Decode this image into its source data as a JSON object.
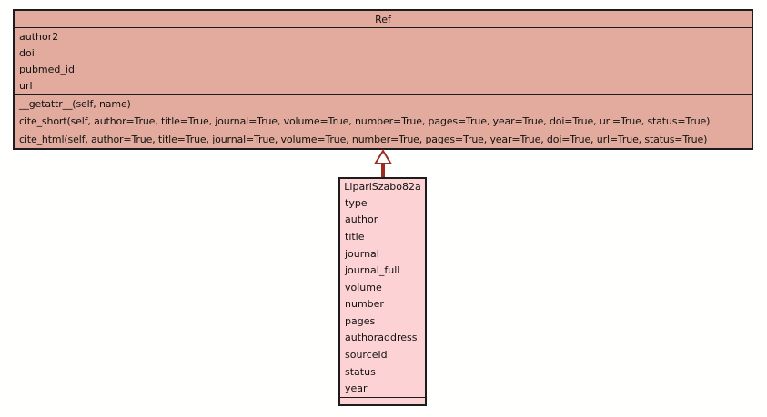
{
  "diagram": {
    "type": "uml-class-diagram",
    "colors": {
      "ref_fill": "#e2ab9d",
      "lipari_fill": "#fcd2d5",
      "border": "#1c1c1c",
      "arrow": "#9e2b20",
      "background": "#fffffe"
    },
    "classes": {
      "ref": {
        "name": "Ref",
        "attributes": [
          "author2",
          "doi",
          "pubmed_id",
          "url"
        ],
        "methods": [
          "__getattr__(self, name)",
          "cite_short(self, author=True, title=True, journal=True, volume=True, number=True, pages=True, year=True, doi=True, url=True, status=True)",
          "cite_html(self, author=True, title=True, journal=True, volume=True, number=True, pages=True, year=True, doi=True, url=True, status=True)"
        ]
      },
      "lipari": {
        "name": "LipariSzabo82a",
        "attributes": [
          "type",
          "author",
          "title",
          "journal",
          "journal_full",
          "volume",
          "number",
          "pages",
          "authoraddress",
          "sourceid",
          "status",
          "year"
        ],
        "methods": []
      }
    },
    "relationship": {
      "type": "inheritance",
      "from": "LipariSzabo82a",
      "to": "Ref"
    }
  }
}
